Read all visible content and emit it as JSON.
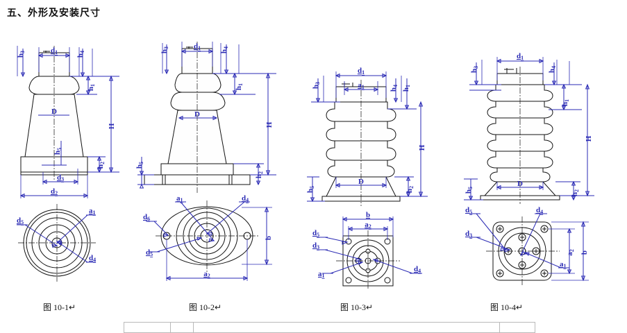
{
  "document": {
    "section_title": "五、外形及安装尺寸",
    "section_number": "五",
    "section_name": "外形及安装尺寸"
  },
  "figures": [
    {
      "id": "fig-10-1",
      "caption": "图 10-1↵",
      "caption_text": "图 10-1",
      "type": "post-insulator-conical",
      "elevation_labels": [
        "h3",
        "d1",
        "h4",
        "h1",
        "D",
        "H",
        "h5",
        "h2",
        "d3",
        "d2"
      ],
      "plan_labels": [
        "d5",
        "a1",
        "d4"
      ],
      "plan_type": "round-flange-concentric"
    },
    {
      "id": "fig-10-2",
      "caption": "图 10-2↵",
      "caption_text": "图 10-2",
      "type": "post-insulator-oval-flange",
      "elevation_labels": [
        "h3",
        "d1",
        "h4",
        "h1",
        "D",
        "H",
        "h5",
        "h2"
      ],
      "plan_labels": [
        "a1",
        "d4",
        "d6",
        "d5",
        "b",
        "a2"
      ],
      "plan_type": "oval-flange-2-holes"
    },
    {
      "id": "fig-10-3",
      "caption": "图 10-3↵",
      "caption_text": "图 10-3",
      "type": "ribbed-insulator-4-sheds",
      "elevation_labels": [
        "d1",
        "a1",
        "h3",
        "h4",
        "h1",
        "H",
        "D",
        "h5",
        "h2"
      ],
      "plan_labels": [
        "b",
        "a2",
        "d5",
        "d3",
        "a1",
        "d4"
      ],
      "plan_type": "square-flange-4-holes"
    },
    {
      "id": "fig-10-4",
      "caption": "图 10-4↵",
      "caption_text": "图 10-4",
      "type": "ribbed-insulator-7-sheds",
      "elevation_labels": [
        "h3",
        "d1",
        "h4",
        "h1",
        "H",
        "D",
        "h5",
        "h2"
      ],
      "plan_labels": [
        "d5",
        "d4",
        "d3",
        "a2",
        "a1",
        "b"
      ],
      "plan_type": "square-flange-4-corner-holes"
    }
  ],
  "dimension_symbols": {
    "H": "H",
    "D": "D",
    "b": "b",
    "h1": "h",
    "h1s": "1",
    "h2": "h",
    "h2s": "2",
    "h3": "h",
    "h3s": "3",
    "h4": "h",
    "h4s": "4",
    "h5": "h",
    "h5s": "5",
    "d1": "d",
    "d1s": "1",
    "d2": "d",
    "d2s": "2",
    "d3": "d",
    "d3s": "3",
    "d4": "d",
    "d4s": "4",
    "d5": "d",
    "d5s": "5",
    "d6": "d",
    "d6s": "6",
    "a1": "a",
    "a1s": "1",
    "a2": "a",
    "a2s": "2"
  },
  "colors": {
    "dimension_blue": "#2a2ab4",
    "outline_black": "#111111",
    "background": "#ffffff",
    "table_border": "#b9b9b9"
  }
}
